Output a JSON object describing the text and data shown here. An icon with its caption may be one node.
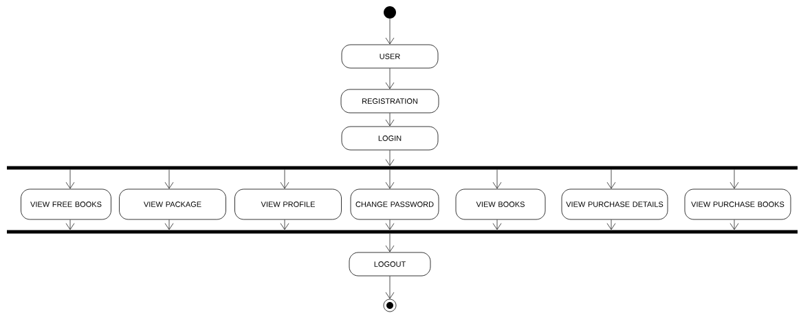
{
  "diagram": {
    "nodes": [
      {
        "text": [],
        "shape": "circle"
      },
      {
        "text": [
          "USER"
        ]
      },
      {
        "text": [
          "REGISTRATION"
        ]
      },
      {
        "text": [
          "LOGIN"
        ]
      },
      {
        "text": [],
        "shape": "bar"
      },
      {
        "text": [
          "VIEW FREE BOOKS"
        ]
      },
      {
        "text": [
          "VIEW PACKAGE"
        ]
      },
      {
        "text": [
          "VIEW PROFILE"
        ]
      },
      {
        "text": [
          "CHANGE PASSWORD"
        ]
      },
      {
        "text": [
          "VIEW BOOKS"
        ]
      },
      {
        "text": [
          "VIEW PURCHASE DETAILS"
        ]
      },
      {
        "text": [
          "VIEW PURCHASE BOOKS"
        ]
      },
      {
        "text": [],
        "shape": "bar"
      },
      {
        "text": [
          "LOGOUT"
        ]
      },
      {
        "text": [],
        "shape": "bullseye"
      }
    ],
    "edges": [
      {
        "from": 0,
        "to": 1,
        "arrow": "to"
      },
      {
        "from": 1,
        "to": 2,
        "arrow": "to"
      },
      {
        "from": 2,
        "to": 3,
        "arrow": "to"
      },
      {
        "from": 3,
        "to": 4,
        "arrow": "to"
      },
      {
        "from": 4,
        "to": 5,
        "arrow": "to"
      },
      {
        "from": 4,
        "to": 6,
        "arrow": "to"
      },
      {
        "from": 4,
        "to": 7,
        "arrow": "to"
      },
      {
        "from": 4,
        "to": 8,
        "arrow": "to"
      },
      {
        "from": 4,
        "to": 9,
        "arrow": "to"
      },
      {
        "from": 4,
        "to": 10,
        "arrow": "to"
      },
      {
        "from": 4,
        "to": 11,
        "arrow": "to"
      },
      {
        "from": 5,
        "to": 12,
        "arrow": "to"
      },
      {
        "from": 6,
        "to": 12,
        "arrow": "to"
      },
      {
        "from": 7,
        "to": 12,
        "arrow": "to"
      },
      {
        "from": 8,
        "to": 12,
        "arrow": "to"
      },
      {
        "from": 9,
        "to": 12,
        "arrow": "to"
      },
      {
        "from": 10,
        "to": 12,
        "arrow": "to"
      },
      {
        "from": 11,
        "to": 12,
        "arrow": "to"
      },
      {
        "from": 12,
        "to": 13,
        "arrow": "to"
      },
      {
        "from": 13,
        "to": 14,
        "arrow": "to"
      }
    ]
  }
}
